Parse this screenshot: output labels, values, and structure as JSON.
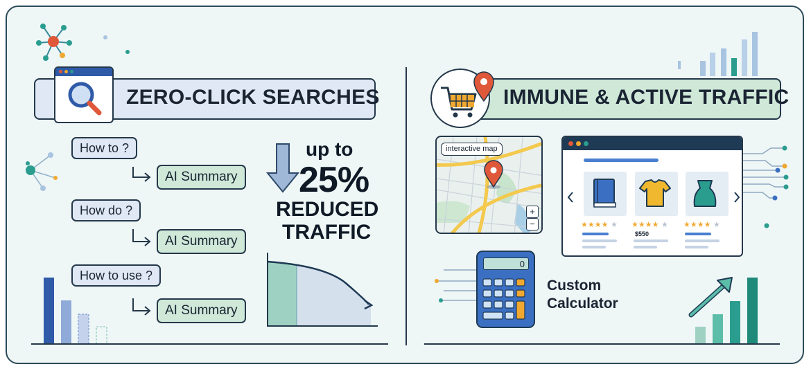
{
  "left": {
    "title": "ZERO-CLICK SEARCHES",
    "queries": [
      "How to ?",
      "How do ?",
      "How to use ?"
    ],
    "ai_summary_label": "AI Summary",
    "stat": {
      "prefix": "up to",
      "value": "25%",
      "line1": "REDUCED",
      "line2": "TRAFFIC"
    }
  },
  "right": {
    "title": "IMMUNE & ACTIVE TRAFFIC",
    "map_label": "interactive map",
    "zoom_in": "+",
    "zoom_out": "−",
    "product_price": "$550",
    "calculator_display": "0",
    "calculator_label_line1": "Custom",
    "calculator_label_line2": "Calculator"
  },
  "colors": {
    "navy": "#24384a",
    "green_panel": "#cfe8d8",
    "blue_panel": "#dfe8f4",
    "orange": "#e0583a",
    "teal": "#2a9d8f",
    "blue": "#3b6fc2"
  }
}
